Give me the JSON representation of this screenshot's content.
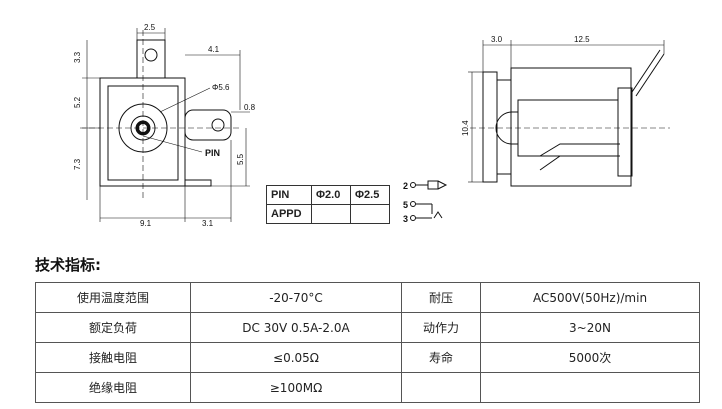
{
  "drawing": {
    "front": {
      "dims": [
        "2.5",
        "3.3",
        "4.1",
        "Φ5.6",
        "0.8",
        "5.2",
        "7.3",
        "5.5",
        "9.1",
        "3.1"
      ],
      "pin_label": "PIN"
    },
    "side": {
      "dims": [
        "3.0",
        "12.5",
        "10.4"
      ]
    },
    "pin_table": {
      "rows": [
        [
          "PIN",
          "Φ2.0",
          "Φ2.5"
        ],
        [
          "APPD",
          "",
          ""
        ]
      ]
    },
    "pin_numbers": [
      "2",
      "5",
      "3"
    ]
  },
  "specs": {
    "title": "技术指标:",
    "rows": [
      {
        "k1": "使用温度范围",
        "v1": "-20-70°C",
        "k2": "耐压",
        "v2": "AC500V(50Hz)/min"
      },
      {
        "k1": "额定负荷",
        "v1": "DC 30V 0.5A-2.0A",
        "k2": "动作力",
        "v2": "3~20N"
      },
      {
        "k1": "接触电阻",
        "v1": "≤0.05Ω",
        "k2": "寿命",
        "v2": "5000次"
      },
      {
        "k1": "绝缘电阻",
        "v1": "≥100MΩ",
        "k2": "",
        "v2": ""
      }
    ]
  }
}
